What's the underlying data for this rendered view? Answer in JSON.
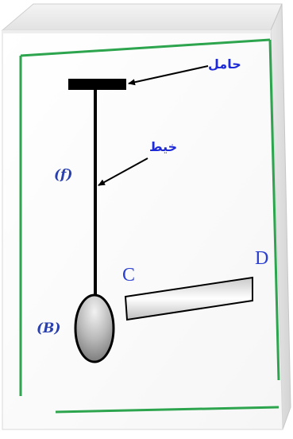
{
  "labels": {
    "support": "حامل",
    "thread": "خيط",
    "thread_symbol": "(f)",
    "ball_symbol": "(B)",
    "point_c": "C",
    "point_d": "D"
  },
  "colors": {
    "frame_border": "#2da44e",
    "label_blue": "#1f2bd6",
    "symbol_blue": "#2a3fae",
    "line": "#000000"
  }
}
